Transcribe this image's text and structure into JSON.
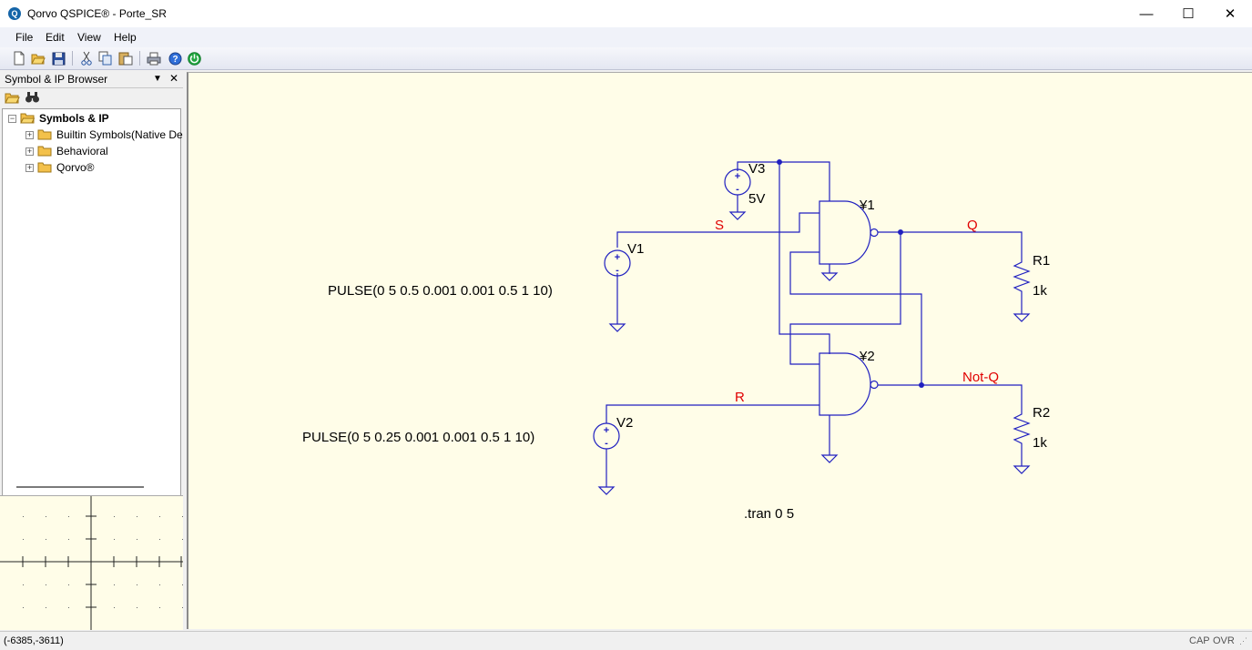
{
  "window": {
    "title": "Qorvo QSPICE® - Porte_SR",
    "minimize_glyph": "—",
    "maximize_glyph": "☐",
    "close_glyph": "✕"
  },
  "menu": {
    "items": [
      "File",
      "Edit",
      "View",
      "Help"
    ]
  },
  "toolbar": {
    "icons": [
      "new-file-icon",
      "open-folder-icon",
      "save-icon",
      "cut-icon",
      "copy-icon",
      "paste-icon",
      "print-icon",
      "help-icon",
      "power-icon"
    ]
  },
  "browser": {
    "title": "Symbol & IP Browser",
    "dropdown_glyph": "▼",
    "close_glyph": "✕",
    "tree": {
      "root": "Symbols & IP",
      "children": [
        "Builtin Symbols(Native De",
        "Behavioral",
        "Qorvo®"
      ]
    }
  },
  "schematic": {
    "wire_color": "#2020c0",
    "net_label_color": "#e00000",
    "components": {
      "v1": {
        "name": "V1",
        "value": "PULSE(0 5 0.5 0.001 0.001 0.5 1 10)"
      },
      "v2": {
        "name": "V2",
        "value": "PULSE(0 5 0.25 0.001 0.001 0.5 1 10)"
      },
      "v3": {
        "name": "V3",
        "value": "5V"
      },
      "u1": {
        "name": "¥1"
      },
      "u2": {
        "name": "¥2"
      },
      "r1": {
        "name": "R1",
        "value": "1k"
      },
      "r2": {
        "name": "R2",
        "value": "1k"
      }
    },
    "nets": {
      "s": "S",
      "r": "R",
      "q": "Q",
      "notq": "Not-Q"
    },
    "directive": ".tran 0 5"
  },
  "status": {
    "coordinates": "(-6385,-3611)",
    "cap": "CAP",
    "ovr": "OVR"
  }
}
